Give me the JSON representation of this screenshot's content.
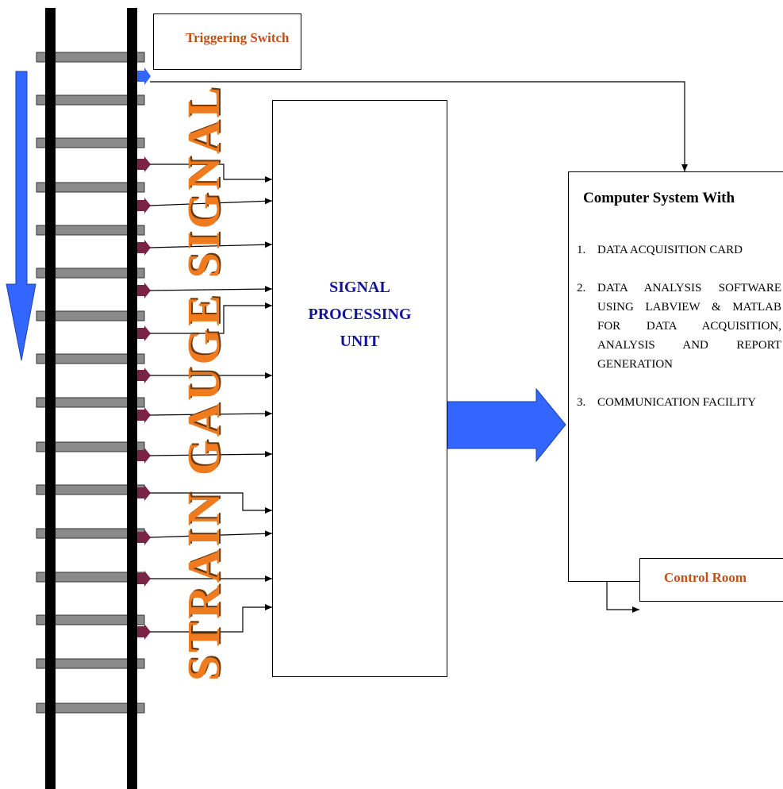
{
  "trigger": {
    "label": "Triggering Switch"
  },
  "strain_label": "STRAIN GAUGE SIGNAL",
  "processing_unit": {
    "lines": [
      "SIGNAL",
      "PROCESSING",
      "UNIT"
    ]
  },
  "computer_system": {
    "title": "Computer System With",
    "items": [
      {
        "num": "1.",
        "text": "DATA ACQUISITION CARD"
      },
      {
        "num": "2.",
        "text": "DATA ANALYSIS SOFTWARE USING LABVIEW & MATLAB FOR DATA ACQUISITION, ANALYSIS AND REPORT GENERATION"
      },
      {
        "num": "3.",
        "text": "COMMUNICATION FACILITY"
      }
    ]
  },
  "control_room": {
    "label": "Control Room"
  },
  "colors": {
    "rail": "#000000",
    "sleeper": "#8a8a8a",
    "sensor": "#7b2346",
    "direction_arrow": "#3366ff",
    "data_arrow": "#3366ff",
    "label_orange": "#f07a1e",
    "label_blue": "#14149a",
    "label_rust": "#c0501a"
  }
}
